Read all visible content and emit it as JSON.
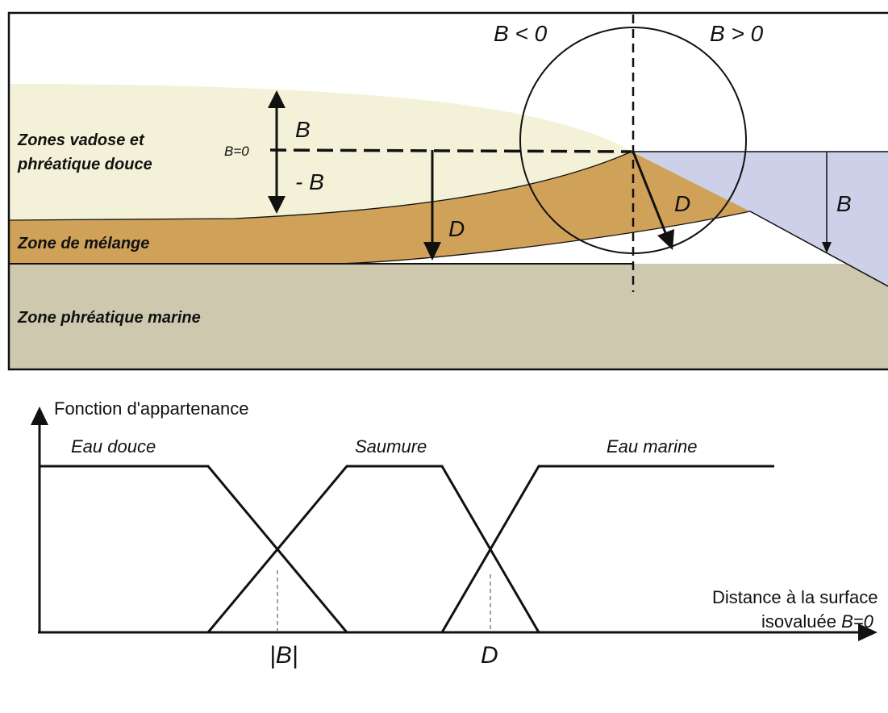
{
  "colors": {
    "vadose_zone": "#f3f2d8",
    "mixing_zone": "#cfa159",
    "marine_zone": "#cdc8ae",
    "sea": "#ccd0e8",
    "stroke": "#111111"
  },
  "cross_section": {
    "label_b_negative": "B < 0",
    "label_b_positive": "B > 0",
    "zones": {
      "vadose_line1": "Zones vadose et",
      "vadose_line2": "phréatique douce",
      "mixing": "Zone de mélange",
      "marine": "Zone phréatique marine"
    },
    "b_zero_label": "B=0",
    "b_up_label": "B",
    "b_down_label": "- B",
    "d_label_left": "D",
    "d_label_circle": "D",
    "b_sea_label": "B"
  },
  "membership_chart": {
    "y_axis_label": "Fonction d'appartenance",
    "x_axis_label_line1": "Distance à la surface",
    "x_axis_label_line2_prefix": "isovaluée ",
    "x_axis_label_line2_var": "B=0",
    "sets": [
      "Eau douce",
      "Saumure",
      "Eau marine"
    ],
    "x_tick_b": "|B|",
    "x_tick_d": "D"
  }
}
